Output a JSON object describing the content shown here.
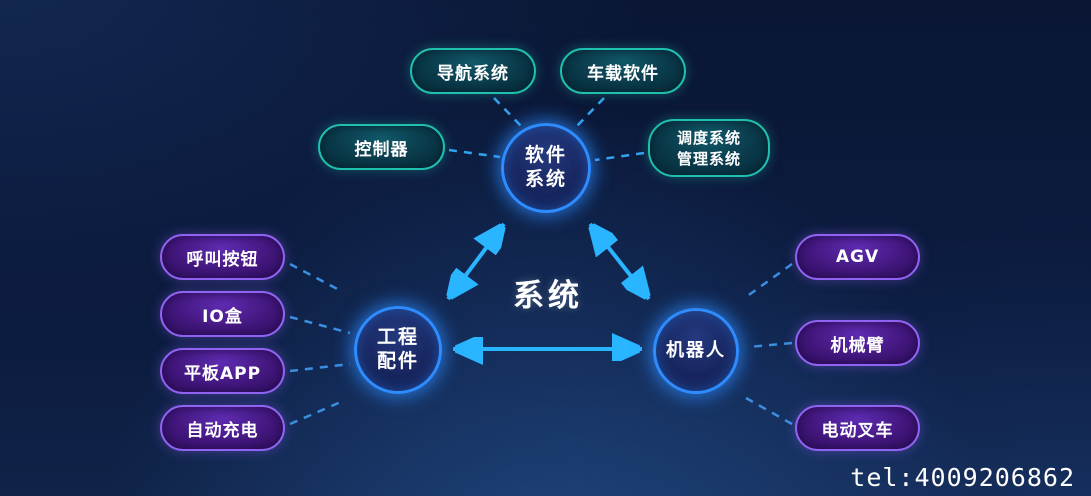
{
  "center_label": "系统",
  "footer": {
    "tel": "tel:4009206862"
  },
  "circles": {
    "software": {
      "line1": "软件",
      "line2": "系统"
    },
    "parts": {
      "line1": "工程",
      "line2": "配件"
    },
    "robot": {
      "label": "机器人"
    }
  },
  "software_pills": {
    "nav": {
      "label": "导航系统"
    },
    "vehicle": {
      "label": "车载软件"
    },
    "controller": {
      "label": "控制器"
    },
    "dispatch": {
      "line1": "调度系统",
      "line2": "管理系统"
    }
  },
  "parts_pills": [
    {
      "label": "呼叫按钮"
    },
    {
      "label": "IO盒"
    },
    {
      "label": "平板APP"
    },
    {
      "label": "自动充电"
    }
  ],
  "robot_pills": [
    {
      "label": "AGV"
    },
    {
      "label": "机械臂"
    },
    {
      "label": "电动叉车"
    }
  ],
  "colors": {
    "background": "#0b1a3c",
    "teal_border": "#1fc0ae",
    "purple_border": "#9063f2",
    "circle_glow": "#2e8cff",
    "arrow": "#29b5ff",
    "dash": "#2f8fe0"
  }
}
